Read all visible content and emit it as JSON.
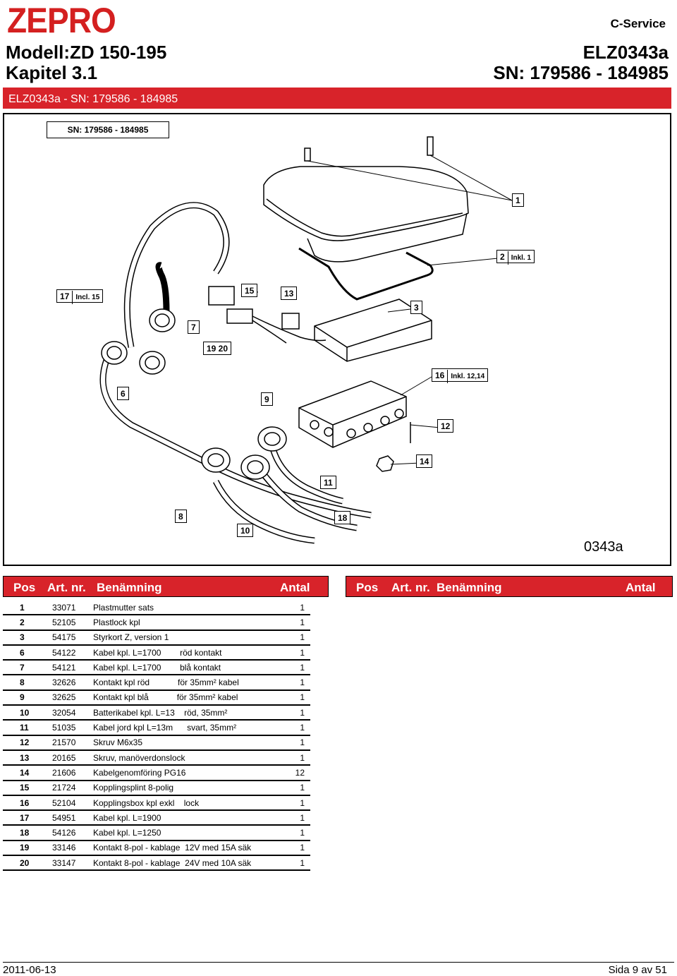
{
  "header": {
    "logo": "ZEPRO",
    "service": "C-Service",
    "model_line1": "Modell:ZD 150-195",
    "model_line2": "Kapitel 3.1",
    "code_line1": "ELZ0343a",
    "code_line2": "SN: 179586 - 184985"
  },
  "section_title": "ELZ0343a - SN: 179586 - 184985",
  "figure": {
    "sn_label": "SN: 179586 - 184985",
    "figure_code": "0343a",
    "callouts": [
      {
        "num": "1",
        "inkl": ""
      },
      {
        "num": "2",
        "inkl": "Inkl. 1"
      },
      {
        "num": "3",
        "inkl": ""
      },
      {
        "num": "6",
        "inkl": ""
      },
      {
        "num": "7",
        "inkl": ""
      },
      {
        "num": "8",
        "inkl": ""
      },
      {
        "num": "9",
        "inkl": ""
      },
      {
        "num": "10",
        "inkl": ""
      },
      {
        "num": "11",
        "inkl": ""
      },
      {
        "num": "12",
        "inkl": ""
      },
      {
        "num": "13",
        "inkl": ""
      },
      {
        "num": "14",
        "inkl": ""
      },
      {
        "num": "15",
        "inkl": ""
      },
      {
        "num": "16",
        "inkl": "Inkl. 12,14"
      },
      {
        "num": "17",
        "inkl": "Incl. 15"
      },
      {
        "num": "18",
        "inkl": ""
      },
      {
        "num": "19 20",
        "inkl": ""
      }
    ]
  },
  "table_headers": {
    "pos": "Pos",
    "art": "Art. nr.",
    "ben": "Benämning",
    "antal": "Antal"
  },
  "parts": [
    {
      "pos": "1",
      "art": "33071",
      "ben": "Plastmutter sats",
      "antal": "1"
    },
    {
      "pos": "2",
      "art": "52105",
      "ben": "Plastlock kpl",
      "antal": "1"
    },
    {
      "pos": "3",
      "art": "54175",
      "ben": "Styrkort Z, version 1",
      "antal": "1"
    },
    {
      "pos": "6",
      "art": "54122",
      "ben": "Kabel kpl. L=1700        röd kontakt",
      "antal": "1"
    },
    {
      "pos": "7",
      "art": "54121",
      "ben": "Kabel kpl. L=1700        blå kontakt",
      "antal": "1"
    },
    {
      "pos": "8",
      "art": "32626",
      "ben": "Kontakt kpl röd            för 35mm² kabel",
      "antal": "1"
    },
    {
      "pos": "9",
      "art": "32625",
      "ben": "Kontakt kpl blå            för 35mm² kabel",
      "antal": "1"
    },
    {
      "pos": "10",
      "art": "32054",
      "ben": "Batterikabel kpl. L=13    röd, 35mm²",
      "antal": "1"
    },
    {
      "pos": "11",
      "art": "51035",
      "ben": "Kabel jord kpl L=13m      svart, 35mm²",
      "antal": "1"
    },
    {
      "pos": "12",
      "art": "21570",
      "ben": "Skruv M6x35",
      "antal": "1"
    },
    {
      "pos": "13",
      "art": "20165",
      "ben": "Skruv, manöverdonslock",
      "antal": "1"
    },
    {
      "pos": "14",
      "art": "21606",
      "ben": "Kabelgenomföring PG16",
      "antal": "12"
    },
    {
      "pos": "15",
      "art": "21724",
      "ben": "Kopplingsplint 8-polig",
      "antal": "1"
    },
    {
      "pos": "16",
      "art": "52104",
      "ben": "Kopplingsbox kpl exkl    lock",
      "antal": "1"
    },
    {
      "pos": "17",
      "art": "54951",
      "ben": "Kabel kpl. L=1900",
      "antal": "1"
    },
    {
      "pos": "18",
      "art": "54126",
      "ben": "Kabel kpl. L=1250",
      "antal": "1"
    },
    {
      "pos": "19",
      "art": "33146",
      "ben": "Kontakt 8-pol - kablage  12V med 15A säk",
      "antal": "1"
    },
    {
      "pos": "20",
      "art": "33147",
      "ben": "Kontakt 8-pol - kablage  24V med 10A säk",
      "antal": "1"
    }
  ],
  "footer": {
    "date": "2011-06-13",
    "page": "Sida 9 av 51"
  }
}
